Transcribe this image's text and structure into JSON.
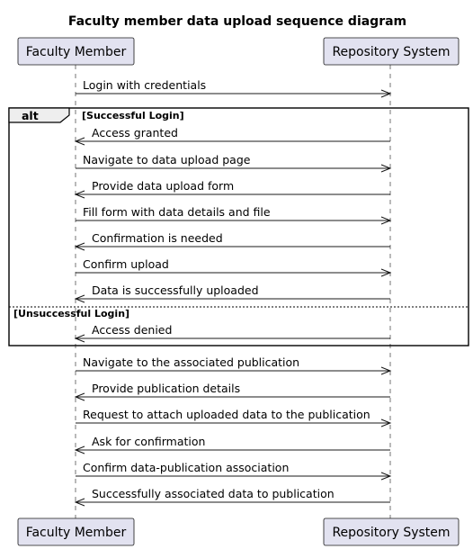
{
  "title": "Faculty member data upload sequence diagram",
  "participants": {
    "faculty": "Faculty Member",
    "repository": "Repository System"
  },
  "alt_frame": {
    "label": "alt",
    "success_guard": "[Successful Login]",
    "failure_guard": "[Unsuccessful Login]"
  },
  "messages": [
    {
      "text": "Login with credentials",
      "direction": "right"
    },
    {
      "text": "Access granted",
      "direction": "left"
    },
    {
      "text": "Navigate to data upload page",
      "direction": "right"
    },
    {
      "text": "Provide data upload form",
      "direction": "left"
    },
    {
      "text": "Fill form with data details and file",
      "direction": "right"
    },
    {
      "text": "Confirmation is needed",
      "direction": "left"
    },
    {
      "text": "Confirm upload",
      "direction": "right"
    },
    {
      "text": "Data is successfully uploaded",
      "direction": "left"
    },
    {
      "text": "Access denied",
      "direction": "left"
    },
    {
      "text": "Navigate to the associated publication",
      "direction": "right"
    },
    {
      "text": "Provide publication details",
      "direction": "left"
    },
    {
      "text": "Request to attach uploaded data to the publication",
      "direction": "right"
    },
    {
      "text": "Ask for confirmation",
      "direction": "left"
    },
    {
      "text": "Confirm data-publication association",
      "direction": "right"
    },
    {
      "text": "Successfully associated data to publication",
      "direction": "left"
    }
  ]
}
